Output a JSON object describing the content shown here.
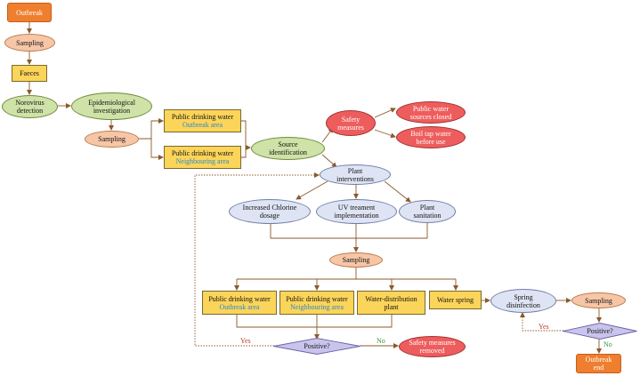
{
  "nodes": {
    "outbreak": "Outbreak",
    "sampling_1": "Sampling",
    "faeces": "Faeces",
    "norovirus_detection": "Norovirus detection",
    "epidemiological_investigation": "Epidemiological investigation",
    "sampling_2": "Sampling",
    "pdw_outbreak_title": "Public drinking water",
    "pdw_outbreak_sub": "Outbreak area",
    "pdw_neigh_title": "Public drinking water",
    "pdw_neigh_sub": "Neighbouring area",
    "source_identification": "Source identification",
    "safety_measures": "Safety measures",
    "public_water_sources_closed": "Public water sources closed",
    "boil_tap_water": "Boil tap water before use",
    "plant_interventions": "Plant interventions",
    "increased_chlorine": "Increased Chlorine dosage",
    "uv_treatment": "UV treament implementation",
    "plant_sanitation": "Plant sanitation",
    "sampling_3": "Sampling",
    "pdw2_outbreak_title": "Public drinking water",
    "pdw2_outbreak_sub": "Outbreak area",
    "pdw2_neigh_title": "Public drinking water",
    "pdw2_neigh_sub": "Neighbouring area",
    "water_distribution_plant": "Water-distribution plant",
    "water_spring": "Water spring",
    "spring_disinfection": "Spring disinfection",
    "sampling_4": "Sampling",
    "positive_1": "Positive?",
    "positive_2": "Positive?",
    "safety_measures_removed": "Safety measures removed",
    "outbreak_end": "Outbreak end"
  },
  "edge_labels": {
    "yes_1": "Yes",
    "no_1": "No",
    "yes_2": "Yes",
    "no_2": "No"
  },
  "colors": {
    "orange": "#ef7f2e",
    "yellow": "#fbd45a",
    "salmon": "#f7c6a6",
    "green": "#cfe2a7",
    "blue": "#dfe4f4",
    "red": "#ee5d5d",
    "diamond": "#c9c4ec",
    "arrow": "#8b5a2b",
    "subtitle": "#2e8bc4"
  }
}
